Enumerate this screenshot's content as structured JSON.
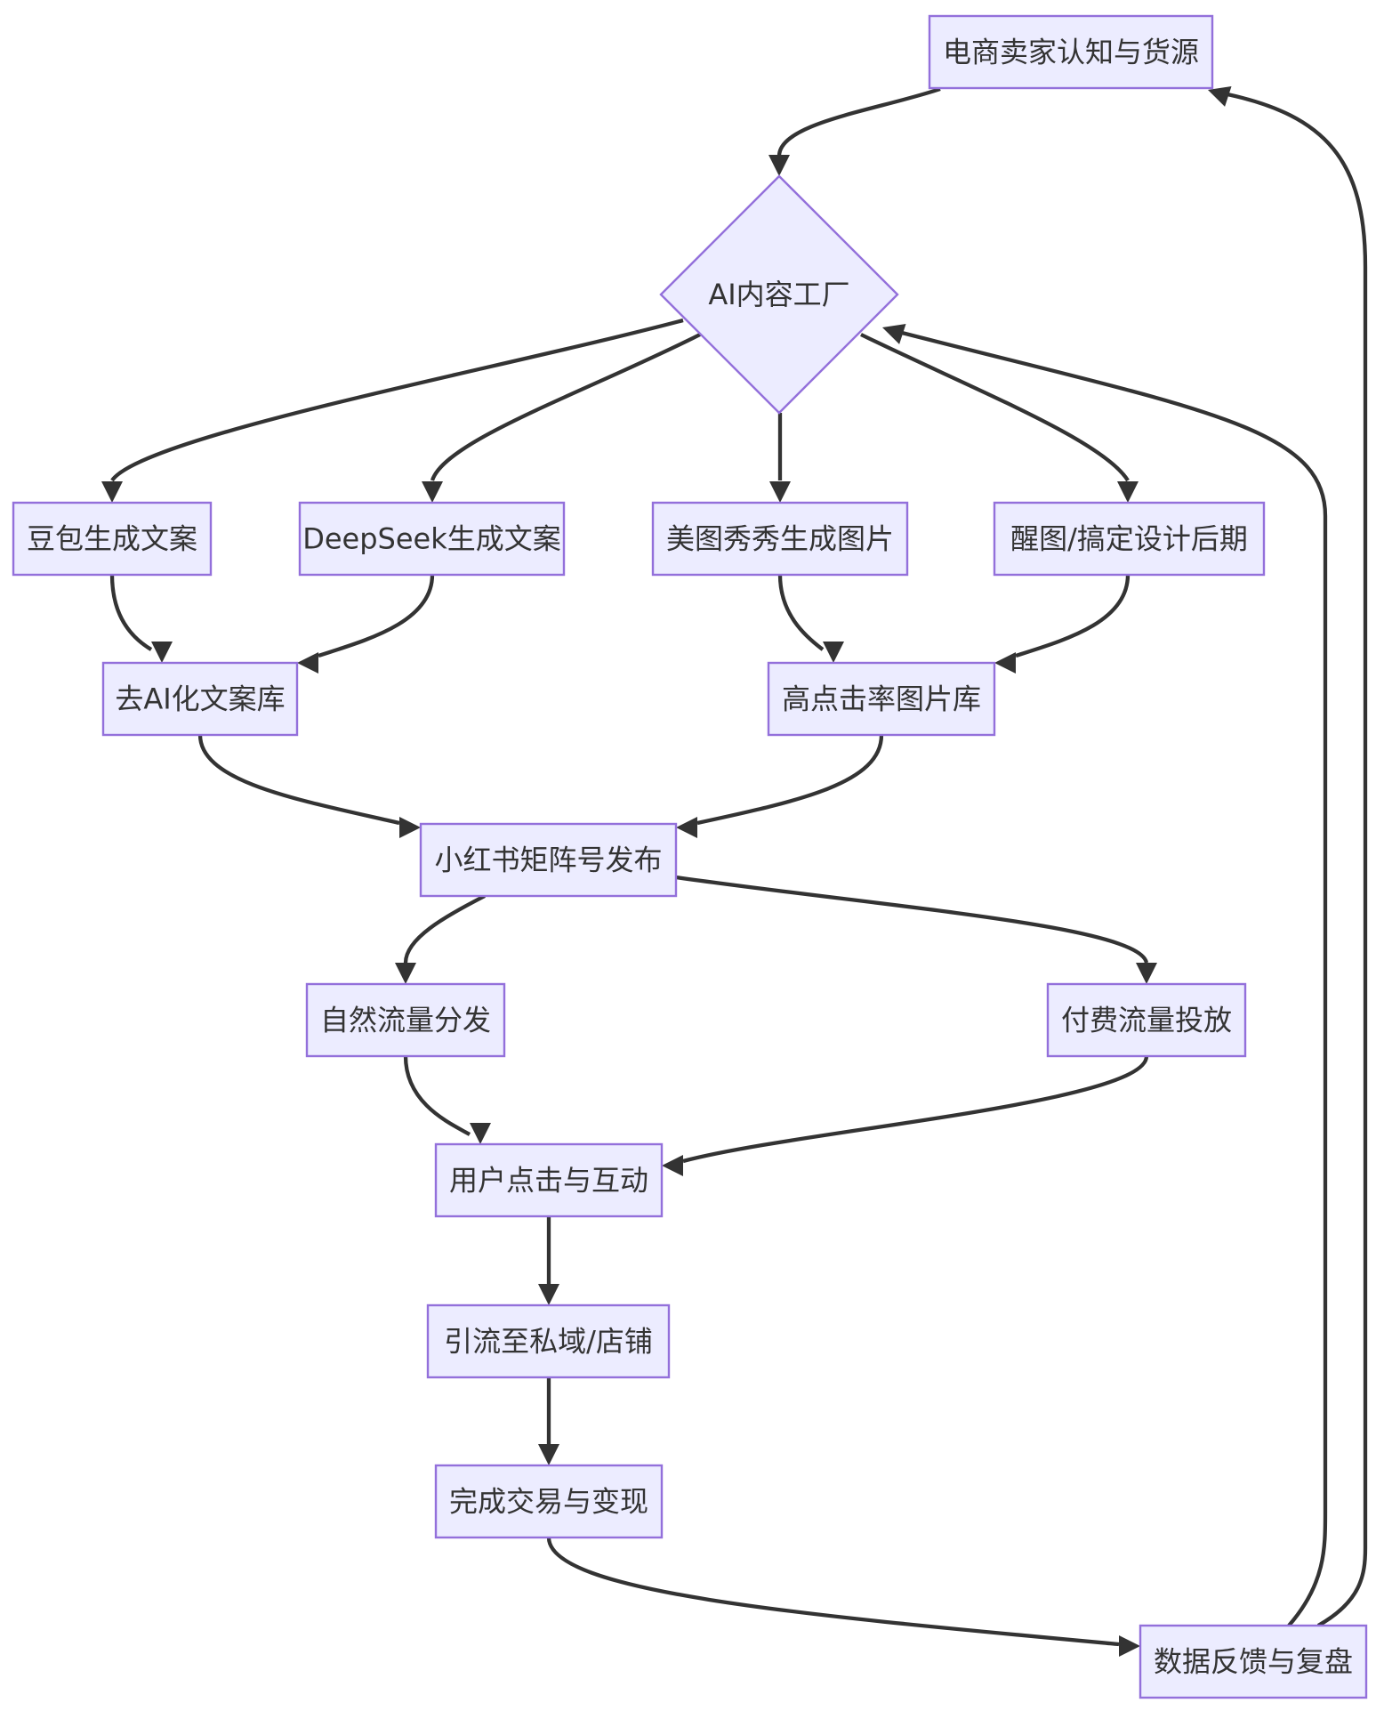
{
  "diagram": {
    "type": "flowchart",
    "nodes": [
      {
        "id": "seller",
        "label": "电商卖家认知与货源",
        "shape": "rect"
      },
      {
        "id": "factory",
        "label": "AI内容工厂",
        "shape": "diamond"
      },
      {
        "id": "doubao",
        "label": "豆包生成文案",
        "shape": "rect"
      },
      {
        "id": "deepseek",
        "label": "DeepSeek生成文案",
        "shape": "rect"
      },
      {
        "id": "meitu",
        "label": "美图秀秀生成图片",
        "shape": "rect"
      },
      {
        "id": "xingtu",
        "label": "醒图/搞定设计后期",
        "shape": "rect"
      },
      {
        "id": "copylib",
        "label": "去AI化文案库",
        "shape": "rect"
      },
      {
        "id": "imglib",
        "label": "高点击率图片库",
        "shape": "rect"
      },
      {
        "id": "xhs",
        "label": "小红书矩阵号发布",
        "shape": "rect"
      },
      {
        "id": "organic",
        "label": "自然流量分发",
        "shape": "rect"
      },
      {
        "id": "paid",
        "label": "付费流量投放",
        "shape": "rect"
      },
      {
        "id": "interact",
        "label": "用户点击与互动",
        "shape": "rect"
      },
      {
        "id": "private",
        "label": "引流至私域/店铺",
        "shape": "rect"
      },
      {
        "id": "deal",
        "label": "完成交易与变现",
        "shape": "rect"
      },
      {
        "id": "review",
        "label": "数据反馈与复盘",
        "shape": "rect"
      }
    ],
    "edges": [
      {
        "from": "seller",
        "to": "factory"
      },
      {
        "from": "factory",
        "to": "doubao"
      },
      {
        "from": "factory",
        "to": "deepseek"
      },
      {
        "from": "factory",
        "to": "meitu"
      },
      {
        "from": "factory",
        "to": "xingtu"
      },
      {
        "from": "doubao",
        "to": "copylib"
      },
      {
        "from": "deepseek",
        "to": "copylib"
      },
      {
        "from": "meitu",
        "to": "imglib"
      },
      {
        "from": "xingtu",
        "to": "imglib"
      },
      {
        "from": "copylib",
        "to": "xhs"
      },
      {
        "from": "imglib",
        "to": "xhs"
      },
      {
        "from": "xhs",
        "to": "organic"
      },
      {
        "from": "xhs",
        "to": "paid"
      },
      {
        "from": "organic",
        "to": "interact"
      },
      {
        "from": "paid",
        "to": "interact"
      },
      {
        "from": "interact",
        "to": "private"
      },
      {
        "from": "private",
        "to": "deal"
      },
      {
        "from": "deal",
        "to": "review"
      },
      {
        "from": "review",
        "to": "factory"
      },
      {
        "from": "review",
        "to": "seller"
      }
    ],
    "colors": {
      "node_fill": "#ececff",
      "node_stroke": "#9370db",
      "edge": "#333333",
      "text": "#333333"
    }
  }
}
